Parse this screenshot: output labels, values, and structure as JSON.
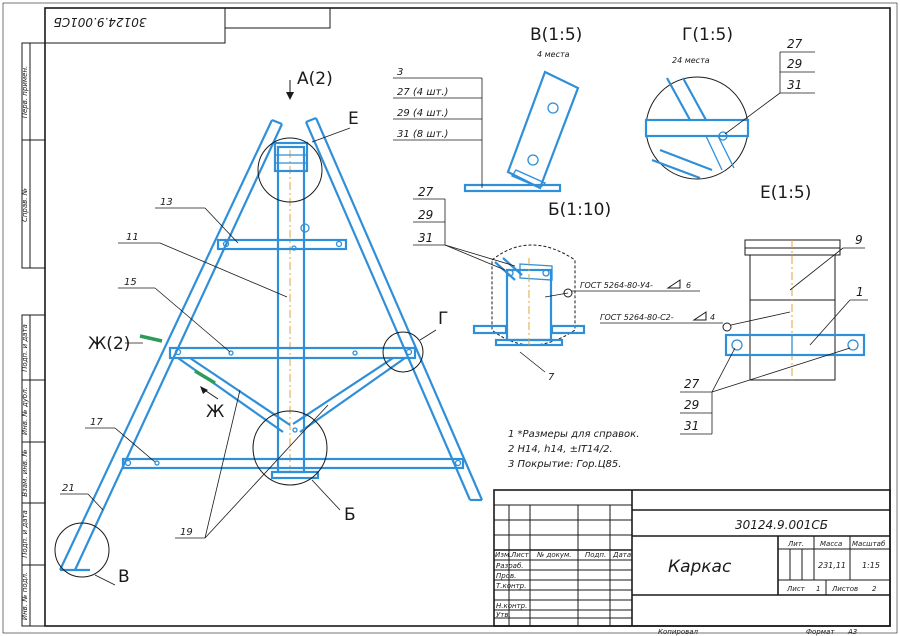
{
  "drawing": {
    "rotated_code": "30124.9.001СБ",
    "side_labels": [
      "Перв. примен.",
      "Справ. №",
      "Подп. и дата",
      "Инв. № дубл.",
      "Взам. инв. №",
      "Подп. и дата",
      "Инв. № подл."
    ],
    "view_labels": {
      "arrow_a": "А(2)",
      "e_main": "Е",
      "g_main": "Г",
      "zh2": "Ж(2)",
      "zh": "Ж",
      "b_main": "Б",
      "v_main": "В"
    },
    "part_numbers": {
      "p13": "13",
      "p11": "11",
      "p15": "15",
      "p17": "17",
      "p21": "21",
      "p19": "19",
      "p7": "7",
      "p9": "9",
      "p1": "1"
    },
    "detail_v": {
      "title": "В(1:5)",
      "sub": "4 места",
      "items": [
        "3",
        "27 (4 шт.)",
        "29 (4 шт.)",
        "31 (8 шт.)"
      ]
    },
    "detail_g": {
      "title": "Г(1:5)",
      "sub": "24 места",
      "items": [
        "27",
        "29",
        "31"
      ]
    },
    "detail_b": {
      "title": "Б(1:10)",
      "items": [
        "27",
        "29",
        "31"
      ],
      "weld1": "ГОСТ 5264-80-У4-",
      "weld1_size": "6",
      "weld2": "ГОСТ 5264-80-С2-",
      "weld2_size": "4"
    },
    "detail_e": {
      "title": "Е(1:5)",
      "items": [
        "27",
        "29",
        "31"
      ]
    },
    "notes": [
      "1 *Размеры для справок.",
      "2 Н14, h14, ±IT14/2.",
      "3 Покрытие: Гор.Ц85."
    ]
  },
  "title_block": {
    "designation": "30124.9.001СБ",
    "name": "Каркас",
    "col_headers": [
      "Изм.",
      "Лист",
      "№ докум.",
      "Подп.",
      "Дата"
    ],
    "row_labels": [
      "Разраб.",
      "Пров.",
      "Т.контр.",
      "Н.контр.",
      "Утв."
    ],
    "lit_label": "Лит.",
    "mass_label": "Масса",
    "scale_label": "Масштаб",
    "mass_value": "231,11",
    "scale_value": "1:15",
    "sheet_label": "Лист",
    "sheet_value": "1",
    "sheets_label": "Листов",
    "sheets_value": "2",
    "copied": "Копировал",
    "format_label": "Формат",
    "format_value": "А3"
  }
}
